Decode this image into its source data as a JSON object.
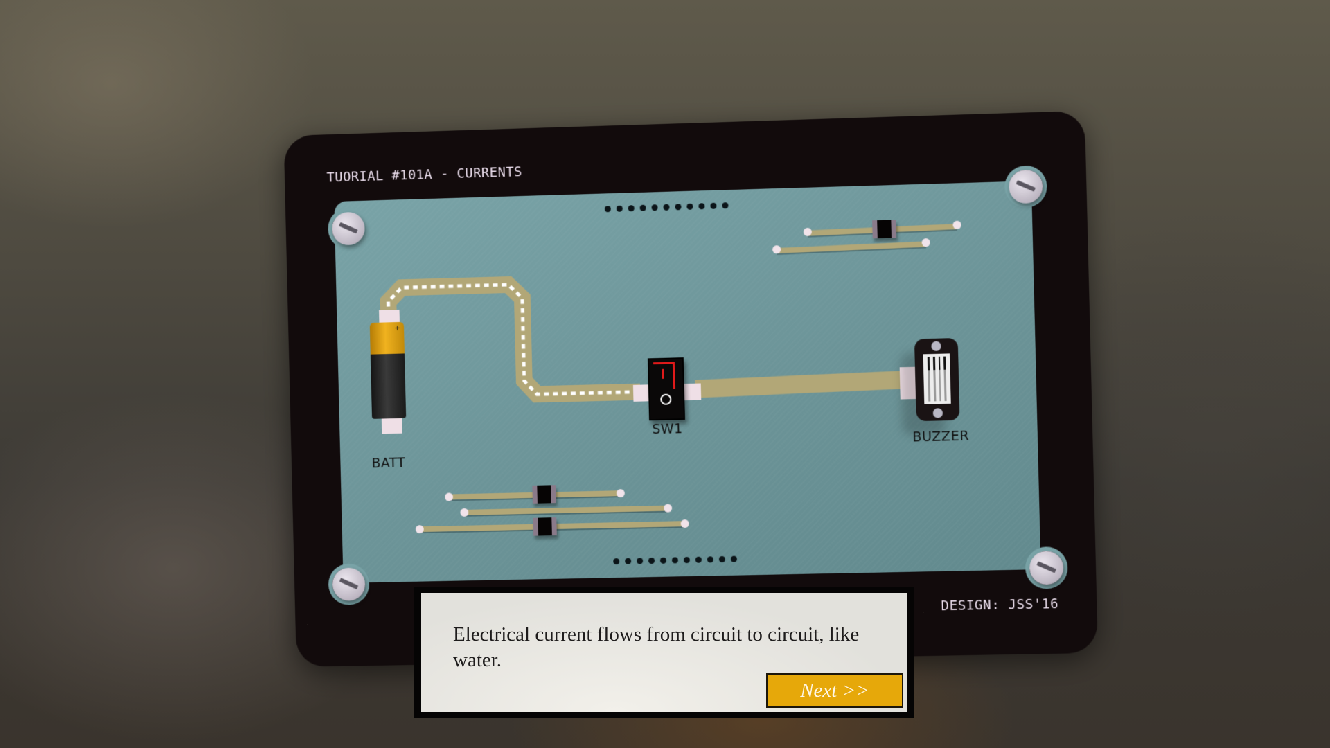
{
  "frame": {
    "title": "TUORIAL #101A - CURRENTS",
    "credit": "DESIGN: JSS'16"
  },
  "board": {
    "top_header_dots": 11,
    "bottom_header_dots": 11,
    "components": [
      {
        "id": "batt",
        "label": "BATT",
        "type": "battery",
        "polarity_mark": "+"
      },
      {
        "id": "sw1",
        "label": "SW1",
        "type": "rocker-switch",
        "state_on_mark": "I",
        "state_off_mark": "O"
      },
      {
        "id": "buzzer",
        "label": "BUZZER",
        "type": "buzzer"
      }
    ],
    "resistors": 3,
    "screws": 4
  },
  "colors": {
    "board": "#79a3a7",
    "frame": "#120b0c",
    "trace": "#b2a777",
    "battery_cap": "#e3a412",
    "switch_on": "#e01a1a",
    "next_button": "#e6a80a"
  },
  "dialog": {
    "text": "Electrical current flows from circuit to circuit, like water.",
    "next_label": "Next >>"
  }
}
